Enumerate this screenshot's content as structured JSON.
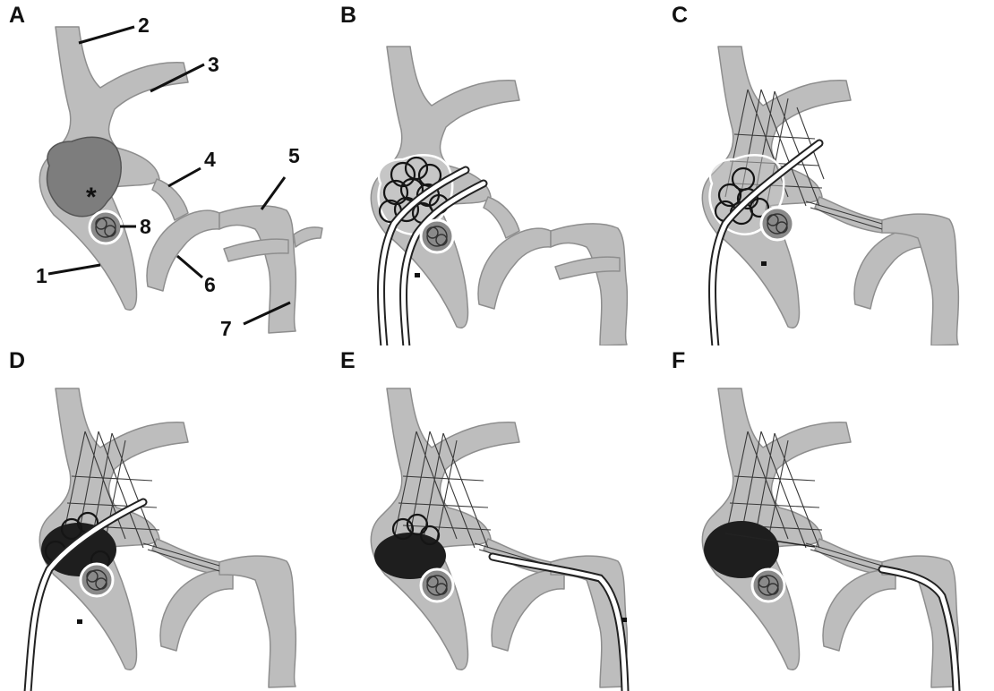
{
  "panels": [
    {
      "letter": "A",
      "stage": "anatomy"
    },
    {
      "letter": "B",
      "stage": "coils-catheter"
    },
    {
      "letter": "C",
      "stage": "stent-partial"
    },
    {
      "letter": "D",
      "stage": "stent-dense-coils"
    },
    {
      "letter": "E",
      "stage": "stent-catheter-right"
    },
    {
      "letter": "F",
      "stage": "stent-final"
    }
  ],
  "labels": {
    "n1": "1",
    "n2": "2",
    "n3": "3",
    "n4": "4",
    "n5": "5",
    "n6": "6",
    "n7": "7",
    "n8": "8",
    "asterisk": "*"
  },
  "colors": {
    "vessel": "#bdbdbd",
    "aneurysm_dark": "#7d7d7d",
    "coil": "#151515",
    "background": "#ffffff"
  }
}
